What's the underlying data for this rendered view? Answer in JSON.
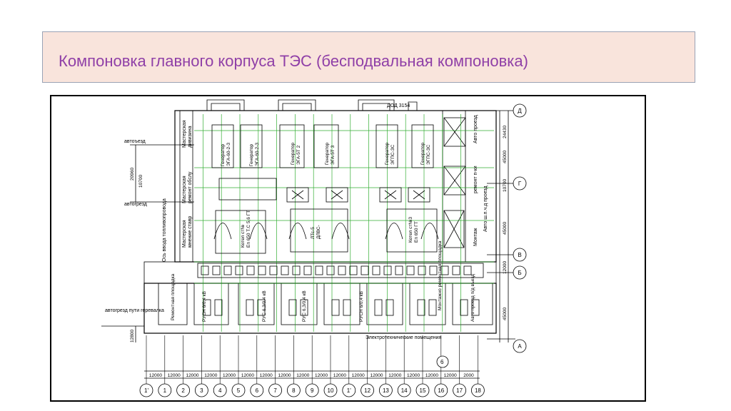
{
  "slide": {
    "title": "Компоновка главного корпуса ТЭС (бесподвальная компоновка)"
  },
  "drawing": {
    "row_axes": [
      "Д",
      "Г",
      "В",
      "Б",
      "А"
    ],
    "row_dims": [
      "24430",
      "45000",
      "10700",
      "45000",
      "12000",
      "45000"
    ],
    "left_dims": [
      "20960",
      "10700",
      "12800"
    ],
    "column_axes": [
      "1'",
      "1",
      "2",
      "3",
      "4",
      "5",
      "6",
      "7",
      "8",
      "9",
      "10",
      "1'",
      "12",
      "13",
      "14",
      "15",
      "16",
      "17",
      "18"
    ],
    "column_dims": [
      "12000",
      "12000",
      "12000",
      "12000",
      "12000",
      "12000",
      "12000",
      "12000",
      "12000",
      "12000",
      "12000",
      "12000",
      "12000",
      "12000",
      "12000",
      "12000",
      "12000",
      "2000"
    ],
    "labels": {
      "autoentry_top": "автоъезд",
      "autoentry_mid": "автогрезд",
      "autoentry_bottom": "автогрезд пути геревалка",
      "fuel_axis": "Ось ввода топливопровода",
      "workshop1": "Мастерская",
      "workshop1b": "дивизина",
      "workshop2": "Мастерская",
      "workshop2b": "ремонт обслу",
      "workshop3": "Мастерская",
      "workshop3b": "мнение ставр",
      "boiler1": "Котел ст№",
      "boiler1b": "Еп 650 Т.С 5,6 ГТ",
      "boiler3": "Котел ст№3",
      "boiler3b": "Еп 650 ГТ",
      "turbine_block": "ЛТс-5",
      "turbine_block2": "ДЛВС-",
      "gen1": "Генератор",
      "gen1b": "ЭГА-60-2-3",
      "gen2": "Генератор",
      "gen2b": "ЭГА-60-2-3",
      "gen3": "Генератор",
      "gen3b": "ЭГА-5Т 2",
      "gen4": "Генератор",
      "gen4b": "ЭГА-5Т 3",
      "gen5": "Генератор",
      "gen5b": "ЭГПС-ЗС",
      "gen6": "Генератор",
      "gen6b": "ЭГПС-ЗС",
      "dod": "ДОД 3154",
      "auto_pass": "Авто проезд",
      "repair_area": "ремонт п-ки",
      "mount_area": "Монтаж",
      "aux_pass": "Авто ш.п.ч.д проезд",
      "repair_shop": "Ремонтная площадка",
      "rusn1": "РУСН 6/0,4 кВ",
      "rusn2": "РУС 6,3/0,4 кВ",
      "rusn3": "РУС 6,3/0,4 кВ",
      "rusn4": "РУСН 6/0,4 кВ",
      "mount_repair": "Монтажно ремонтная площадка",
      "aux_pass2": "Авто проезд п/д въезд",
      "electrical_rooms": "Электротехнические помещения",
      "callout": "6"
    }
  }
}
